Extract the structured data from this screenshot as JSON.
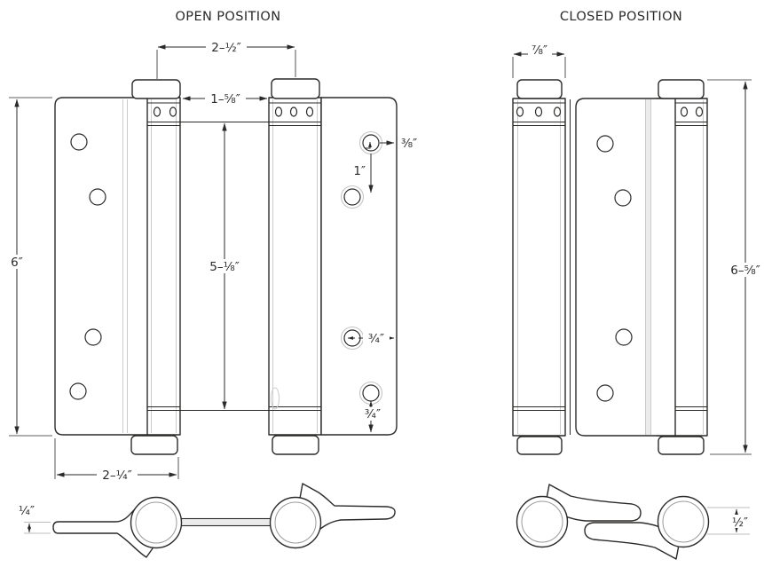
{
  "document": {
    "type": "technical-drawing",
    "subject": "double-acting spring hinge dimensions"
  },
  "colors": {
    "ink": "#2b2a29",
    "light_gray": "#cccccc",
    "background": "#ffffff"
  },
  "open_view": {
    "title": "OPEN POSITION",
    "dimensions": {
      "pin_center_spacing": "2–½″",
      "barrel_gap": "1–⅝″",
      "leaf_height": "6″",
      "inner_opening_height": "5–⅛″",
      "hole_to_edge": "⅜″",
      "hole_spacing": "1″",
      "hole_to_side_edge": "¾″",
      "hole_to_bottom_edge": "¾″",
      "leaf_assembly_width": "2–¼″",
      "leaf_thickness": "¼″"
    }
  },
  "closed_view": {
    "title": "CLOSED POSITION",
    "dimensions": {
      "barrel_width": "⅞″",
      "overall_height": "6–⅝″",
      "folded_thickness": "½″"
    }
  }
}
